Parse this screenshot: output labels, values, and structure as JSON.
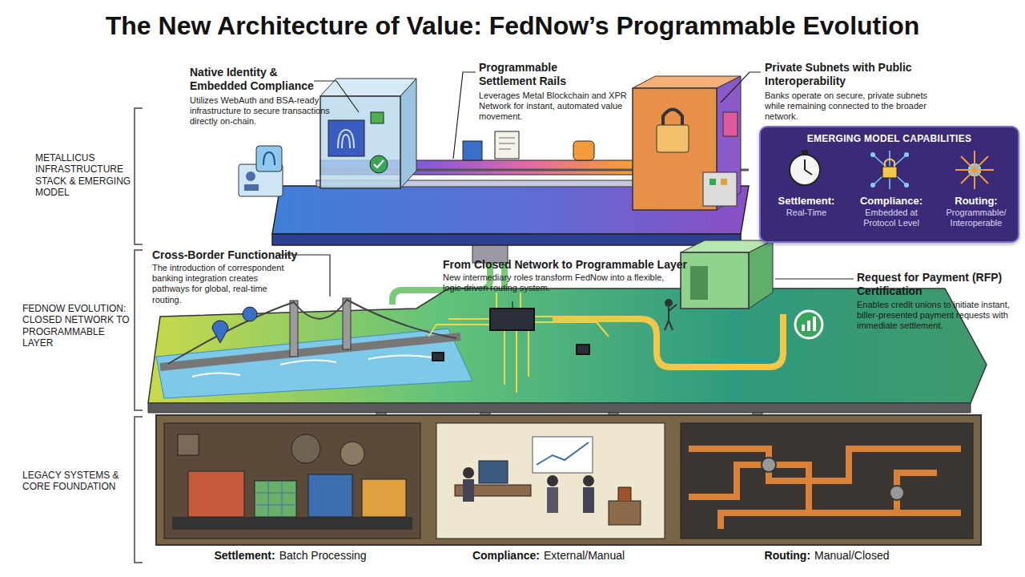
{
  "diagram": {
    "title": "The New Architecture of Value: FedNow’s Programmable Evolution",
    "nodes": [
      {
        "text": [
          "EMERGING MODEL CAPABILITIES"
        ]
      },
      {
        "text": [
          "Settlement:",
          "Real-Time"
        ],
        "in": 0
      },
      {
        "text": [
          "Compliance:",
          "Embedded at Protocol Level"
        ],
        "in": 0
      },
      {
        "text": [
          "Routing:",
          "Programmable/ Interoperable"
        ],
        "in": 0
      },
      {
        "text": [
          "Settlement:",
          "Batch Processing"
        ]
      },
      {
        "text": [
          "Compliance:",
          "External/Manual"
        ]
      },
      {
        "text": [
          "Routing:",
          "Manual/Closed"
        ]
      }
    ],
    "labels": [
      "METALLICUS INFRASTRUCTURE STACK & EMERGING MODEL",
      "FEDNOW EVOLUTION: CLOSED NETWORK TO PROGRAMMABLE LAYER",
      "LEGACY SYSTEMS & CORE FOUNDATION",
      "Native Identity & Embedded Compliance",
      "Utilizes WebAuth and BSA-ready infrastructure to secure transactions directly on-chain.",
      "Programmable Settlement Rails",
      "Leverages Metal Blockchain and XPR Network for instant, automated value movement.",
      "Private Subnets with Public Interoperability",
      "Banks operate on secure, private subnets while remaining connected to the broader network.",
      "Cross-Border Functionality",
      "The introduction of correspondent banking integration creates pathways for global, real-time routing.",
      "From Closed Network to Programmable Layer",
      "New intermediary roles transform FedNow into a flexible, logic-driven routing system.",
      "Request for Payment (RFP) Certification",
      "Enables credit unions to initiate instant, biller-presented payment requests with immediate settlement."
    ]
  }
}
